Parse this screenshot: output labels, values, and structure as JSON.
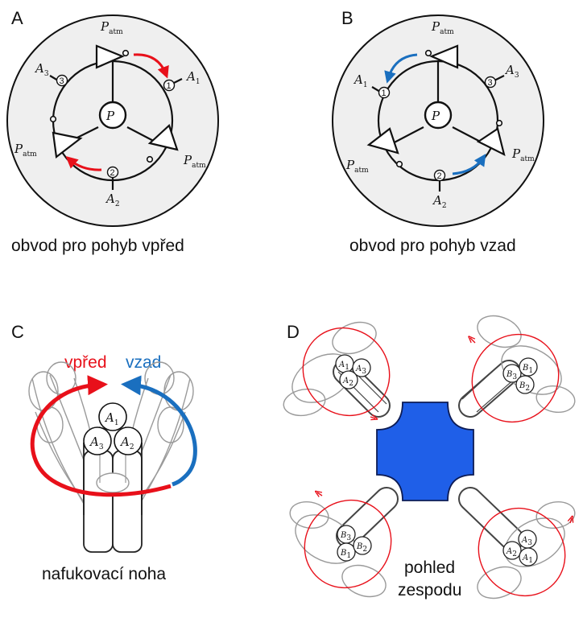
{
  "panels": {
    "a": {
      "letter": "A",
      "caption": "obvod pro pohyb vpřed",
      "p_atm": "P",
      "p_atm_sub": "atm",
      "p_center": "P",
      "a_labels": [
        "A",
        "A",
        "A"
      ],
      "a_subs": [
        "1",
        "2",
        "3"
      ],
      "node_numbers": [
        "1",
        "2",
        "3"
      ],
      "arrow_color": "#e8101a"
    },
    "b": {
      "letter": "B",
      "caption": "obvod pro pohyb vzad",
      "p_atm": "P",
      "p_atm_sub": "atm",
      "p_center": "P",
      "a_labels": [
        "A",
        "A",
        "A"
      ],
      "a_subs": [
        "1",
        "2",
        "3"
      ],
      "node_numbers": [
        "1",
        "2",
        "3"
      ],
      "arrow_color": "#1a6fbf"
    },
    "c": {
      "letter": "C",
      "label_forward": "vpřed",
      "label_backward": "vzad",
      "forward_color": "#e8101a",
      "backward_color": "#1a6fbf",
      "cell_letter": "A",
      "cell_subs": [
        "1",
        "3",
        "2"
      ],
      "caption": "nafukovací noha"
    },
    "d": {
      "letter": "D",
      "caption_line1": "pohled",
      "caption_line2": "zespodu",
      "body_color": "#1f5fe8",
      "arrow_color": "#e8101a",
      "cell_a_letter": "A",
      "cell_b_letter": "B",
      "cell_subs": [
        "1",
        "2",
        "3"
      ]
    }
  }
}
